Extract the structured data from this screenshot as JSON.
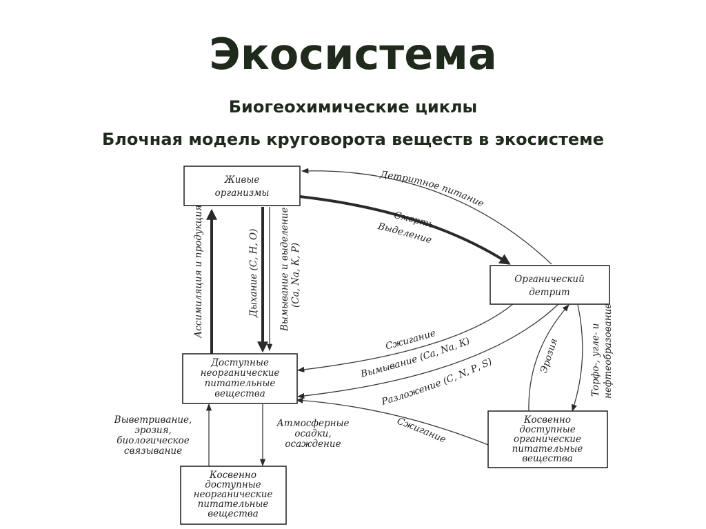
{
  "title": "Экосистема",
  "subtitle1": "Биогеохимические циклы",
  "subtitle2": "Блочная модель круговорота веществ в экосистеме",
  "boxes": {
    "living": [
      "Живые",
      "организмы"
    ],
    "detritus": [
      "Органический",
      "детрит"
    ],
    "available_inorganic": [
      "Доступные",
      "неорганические",
      "питательные",
      "вещества"
    ],
    "indirect_organic": [
      "Косвенно",
      "доступные",
      "органические",
      "питательные",
      "вещества"
    ],
    "indirect_inorganic": [
      "Косвенно",
      "доступные",
      "неорганические",
      "питательные",
      "вещества"
    ]
  },
  "labels": {
    "detrital_feeding": "Детритное питание",
    "death": "Смерть",
    "excretion": "Выделение",
    "assimilation": "Ассимиляция и продукция",
    "respiration": "Дыхание (С, Н, О)",
    "leaching_excretion_1": "Вымывание и выделение",
    "leaching_excretion_2": "(Са, Na, К, Р)",
    "burning_1": "Сжигание",
    "leaching": "Вымывание (Са, Na, К)",
    "decomposition": "Разложение (С, N, Р, S)",
    "erosion": "Эрозия",
    "peat_1": "Торфо-, угле- и",
    "peat_2": "нефтеобразование",
    "weathering": [
      "Выветривание,",
      "эрозия,",
      "биологическое",
      "связывание"
    ],
    "atmospheric": [
      "Атмосферные",
      "осадки,",
      "осаждение"
    ],
    "burning_2": "Сжигание"
  }
}
